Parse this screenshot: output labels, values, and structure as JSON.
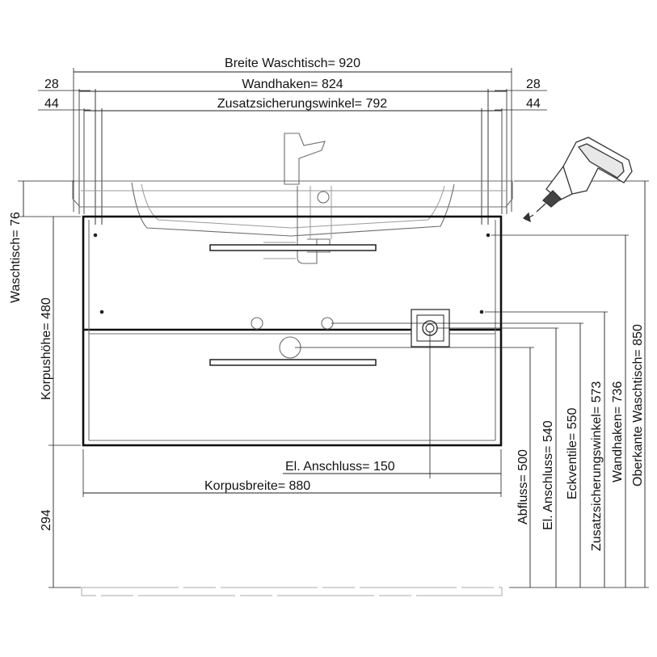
{
  "dimensions": {
    "breite_waschtisch": "Breite Waschtisch= 920",
    "wandhaken": "Wandhaken=  824",
    "zusatzsicherungswinkel": "Zusatzsicherungswinkel=  792",
    "left_28": "28",
    "right_28": "28",
    "left_44": "44",
    "right_44": "44",
    "waschtisch_76": "Waschtisch= 76",
    "korpushoehe": "Korpushöhe=  480",
    "sockel_294": "294",
    "el_anschluss_150": "El. Anschluss= 150",
    "korpusbreite": "Korpusbreite=  880",
    "abfluss": "Abfluss=  500",
    "el_anschluss_540": "El. Anschluss= 540",
    "eckventile": "Eckventile=  550",
    "zusatzsicherungswinkel_573": "Zusatzsicherungswinkel=  573",
    "wandhaken_736": "Wandhaken=  736",
    "oberkante_waschtisch": "Oberkante Waschtisch=  850"
  },
  "icons": {
    "drill": "drill-icon",
    "faucet": "faucet-icon",
    "socket": "electrical-socket-icon"
  }
}
